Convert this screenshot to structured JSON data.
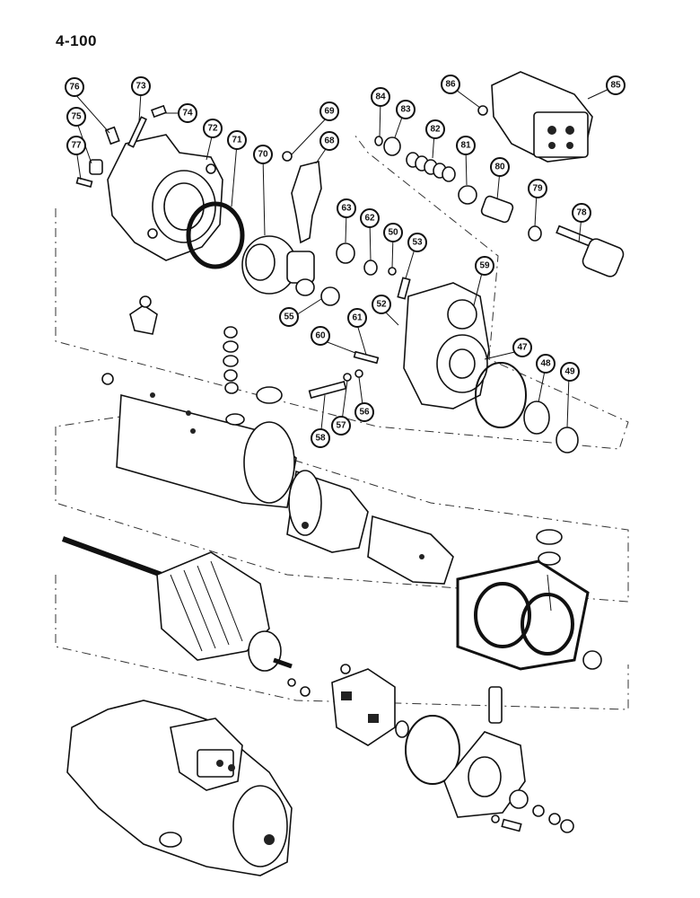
{
  "page": {
    "number": "4-100"
  },
  "callouts": [
    {
      "label": "76"
    },
    {
      "label": "73"
    },
    {
      "label": "74"
    },
    {
      "label": "75"
    },
    {
      "label": "72"
    },
    {
      "label": "77"
    },
    {
      "label": "71"
    },
    {
      "label": "70"
    },
    {
      "label": "69"
    },
    {
      "label": "68"
    },
    {
      "label": "84"
    },
    {
      "label": "83"
    },
    {
      "label": "82"
    },
    {
      "label": "81"
    },
    {
      "label": "80"
    },
    {
      "label": "86"
    },
    {
      "label": "85"
    },
    {
      "label": "79"
    },
    {
      "label": "78"
    },
    {
      "label": "63"
    },
    {
      "label": "62"
    },
    {
      "label": "50"
    },
    {
      "label": "53"
    },
    {
      "label": "59"
    },
    {
      "label": "55"
    },
    {
      "label": "52"
    },
    {
      "label": "61"
    },
    {
      "label": "60"
    },
    {
      "label": "47"
    },
    {
      "label": "48"
    },
    {
      "label": "49"
    },
    {
      "label": "58"
    },
    {
      "label": "57"
    },
    {
      "label": "56"
    }
  ]
}
